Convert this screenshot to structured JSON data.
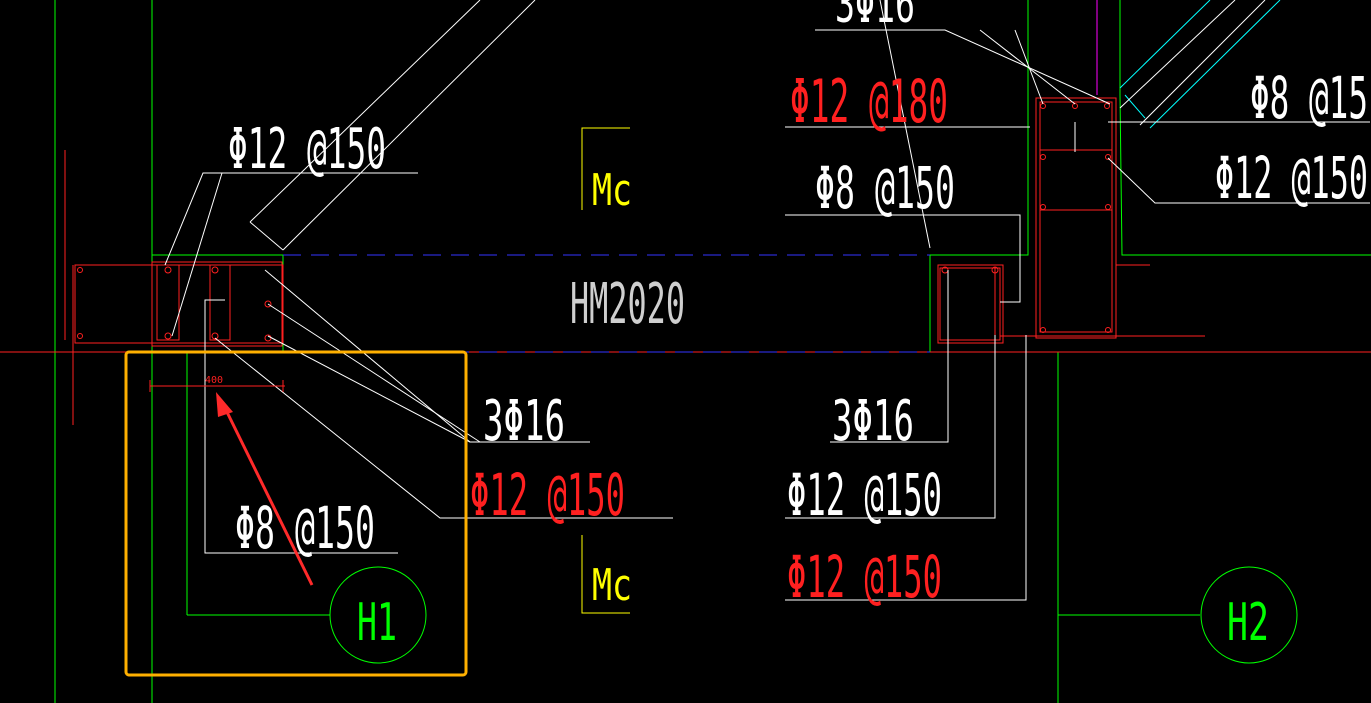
{
  "colors": {
    "background": "#000000",
    "white": "#ffffff",
    "red": "#ff2020",
    "green": "#00ff00",
    "cyan": "#00ffff",
    "yellow": "#ffff00",
    "blue": "#3333ff",
    "magenta": "#ff00ff",
    "orange": "#ffb000",
    "arrow": "#ff2a2a"
  },
  "labels": {
    "top_left_rebar": "Φ12 @150",
    "top_center_partial": "3Φ16",
    "top_center_red": "Φ12 @180",
    "mid_center_white": "Φ8 @150",
    "top_right_white": "Φ8 @15",
    "right_white": "Φ12 @150",
    "beam_id": "HM2020",
    "mc_top": "Mc",
    "mc_bottom": "Mc",
    "left_3phi16": "3Φ16",
    "left_red_phi12": "Φ12 @150",
    "left_phi8": "Φ8 @150",
    "right_3phi16": "3Φ16",
    "right_white_phi12": "Φ12 @150",
    "right_red_phi12": "Φ12 @150",
    "dim_400": "400",
    "h1": "H1",
    "h2": "H2"
  }
}
